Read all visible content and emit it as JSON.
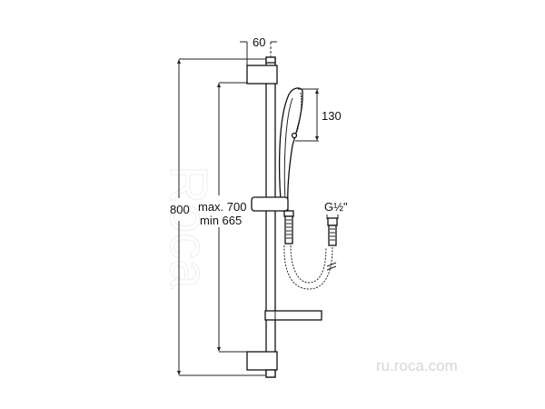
{
  "dimensions": {
    "width_top": "60",
    "total_height": "800",
    "adjust_max": "max. 700",
    "adjust_min": "min 665",
    "handset_height": "130",
    "thread": "G½\""
  },
  "watermark": {
    "brand": "Roca",
    "url": "ru.roca.com"
  }
}
